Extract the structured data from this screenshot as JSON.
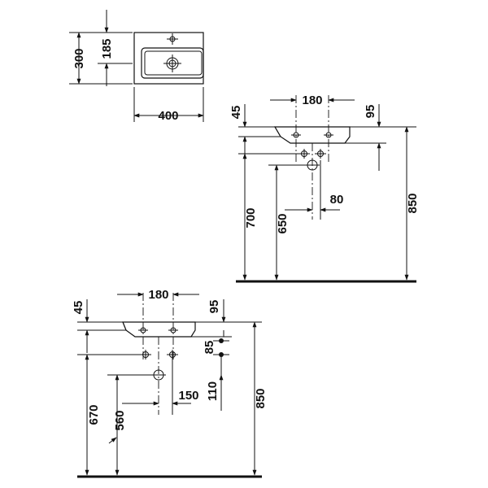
{
  "top_view": {
    "width": "400",
    "depth": "300",
    "inner_depth": "185"
  },
  "side_view_a": {
    "rim_height": "45",
    "tap_spacing": "180",
    "overhang": "95",
    "waste_offset": "80",
    "supply_height": "700",
    "waste_height": "650",
    "total_height": "850"
  },
  "side_view_b": {
    "rim_height": "45",
    "tap_spacing": "180",
    "overhang": "95",
    "fixing_spacing": "85",
    "waste_drop": "110",
    "waste_offset": "150",
    "supply_height": "670",
    "waste_height": "560",
    "total_height": "850"
  }
}
